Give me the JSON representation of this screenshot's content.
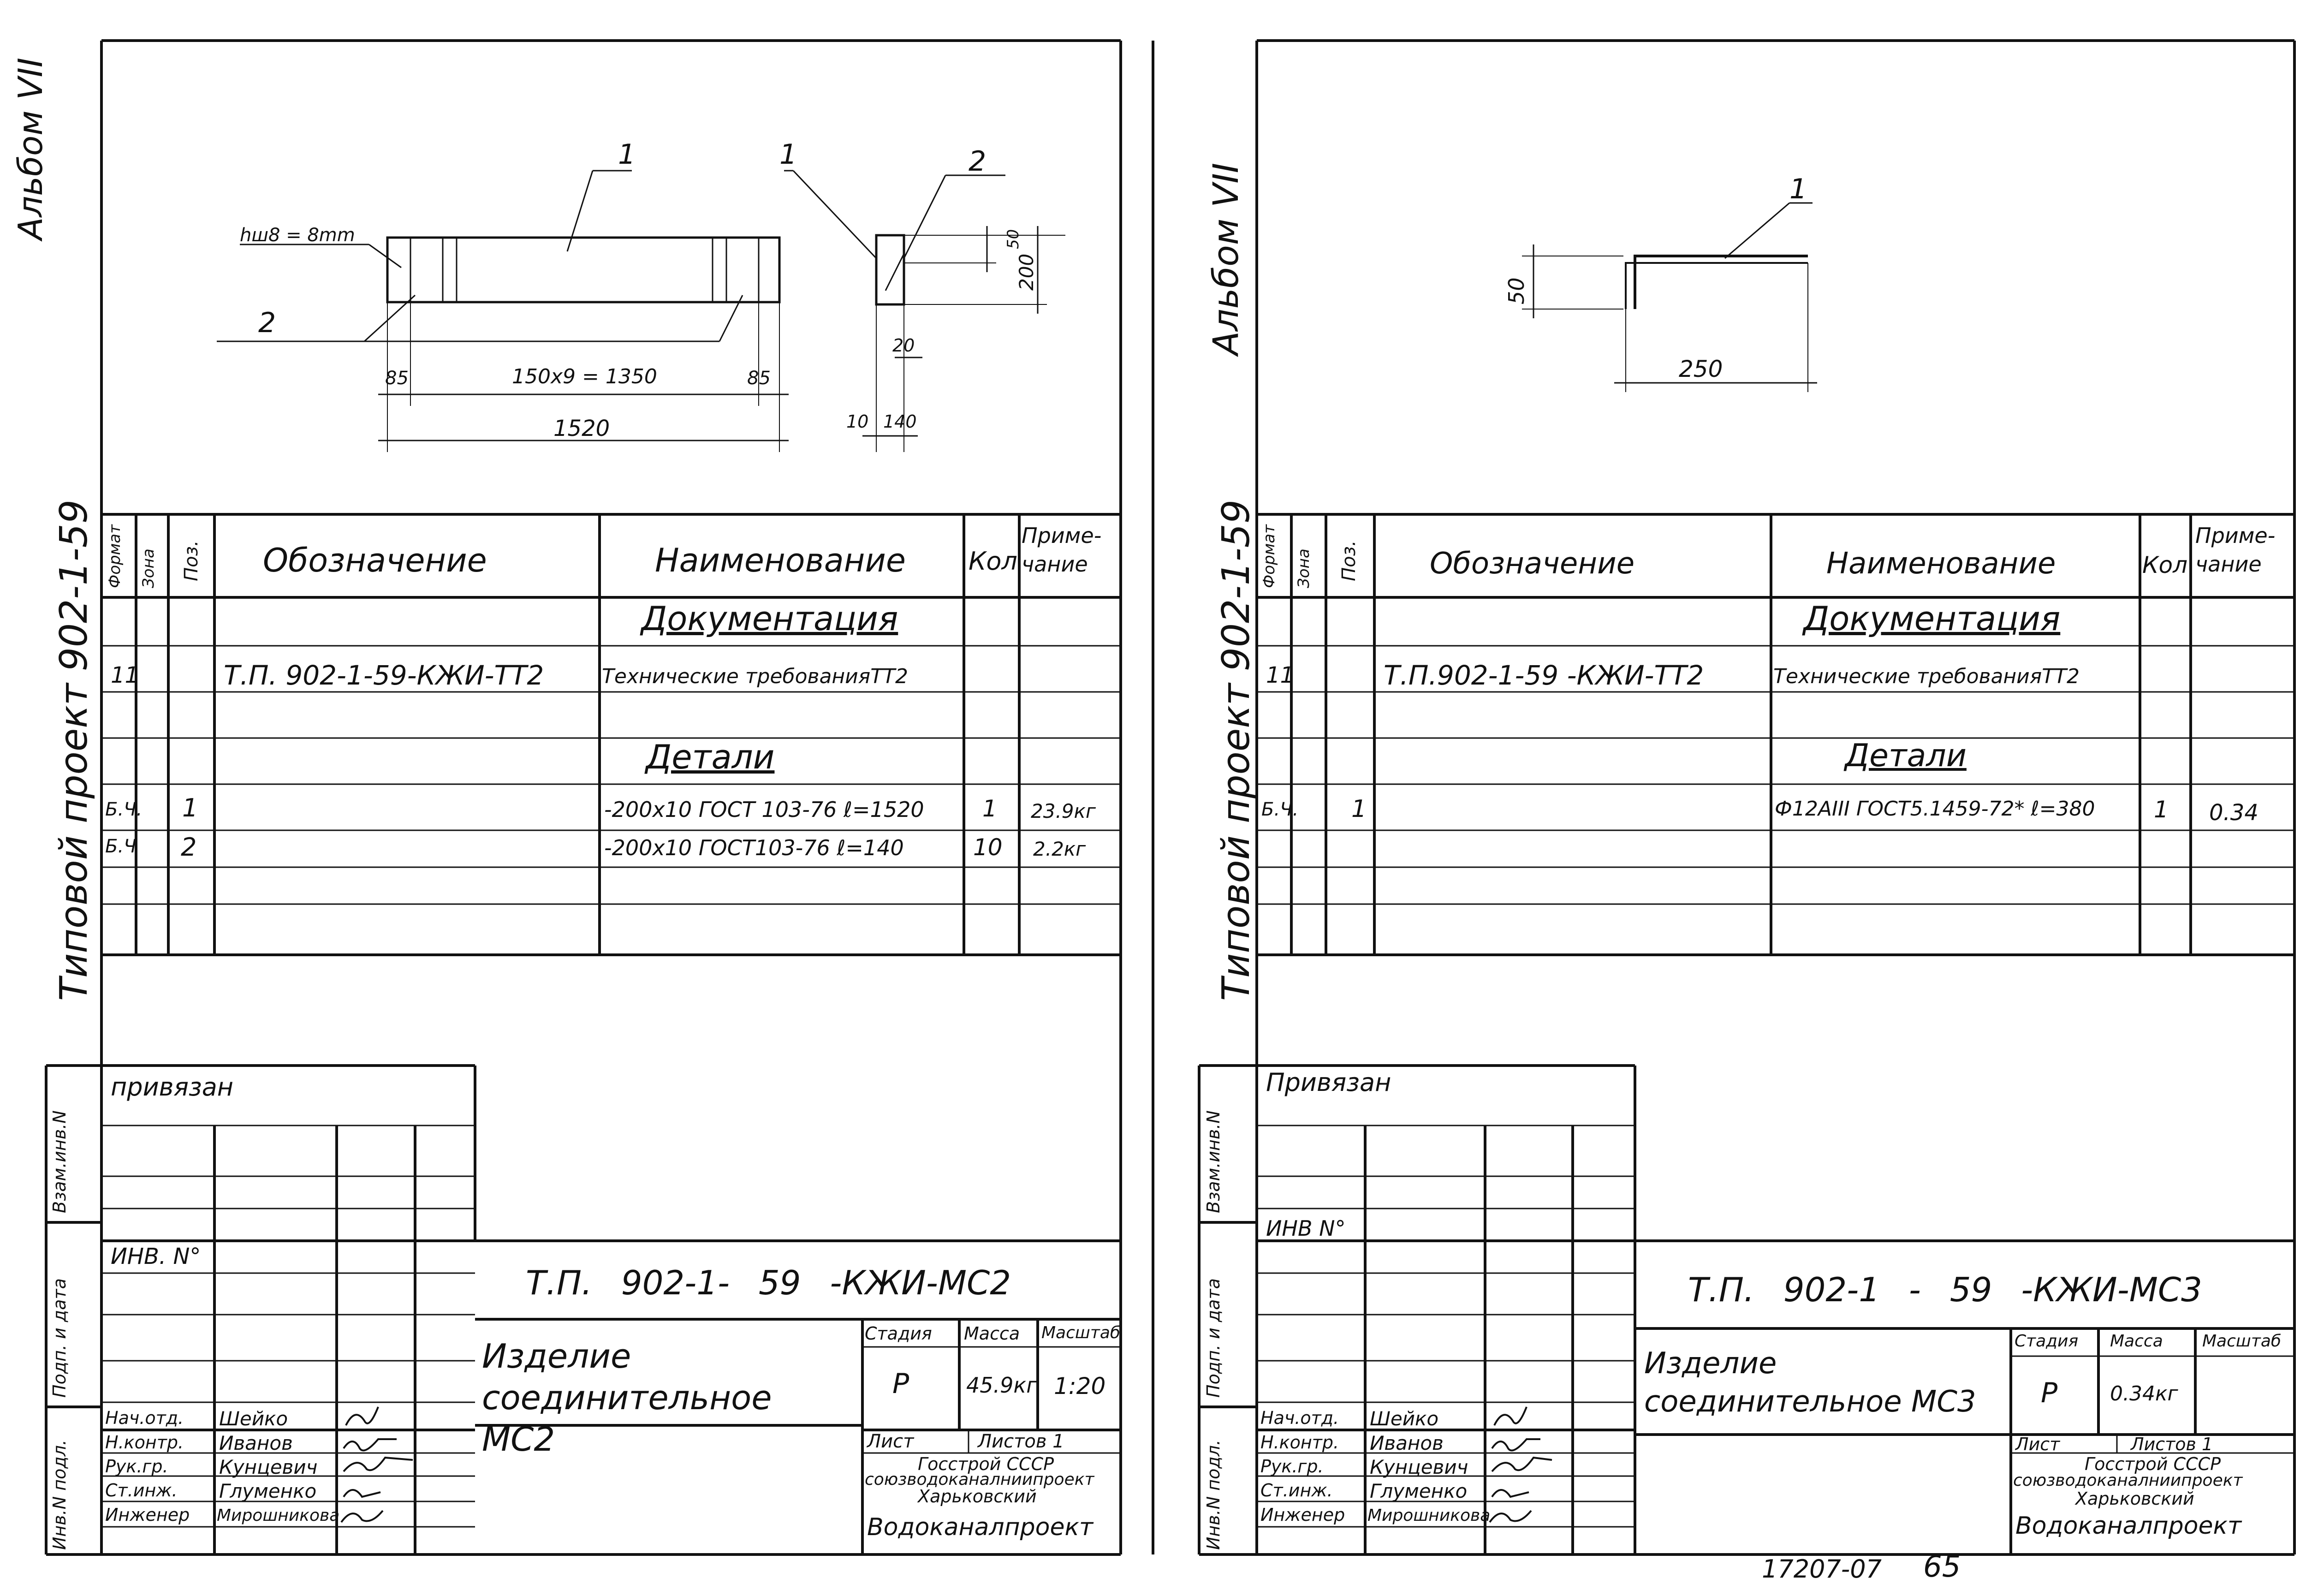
{
  "left_sheet": {
    "album_label": "Альбом VII",
    "project_label": "Типовой проект 902-1-59",
    "drawing": {
      "leader_1a": "1",
      "leader_1b": "1",
      "leader_2a": "2",
      "leader_2b": "2",
      "weld_note": "hш8 = 8mm",
      "dim_50": "50",
      "dim_200": "200",
      "dim_85_left": "85",
      "dim_150x9": "150x9 = 1350",
      "dim_85_right": "85",
      "dim_1520": "1520",
      "dim_20": "20",
      "dim_10": "10",
      "dim_140": "140"
    },
    "spec": {
      "headers": {
        "format": "Формат",
        "zone": "Зона",
        "pos": "Поз.",
        "designation": "Обозначение",
        "name": "Наименование",
        "qty": "Кол",
        "note": "Приме-чание"
      },
      "section_docs": "Документация",
      "doc_row": {
        "format": "11",
        "designation": "Т.П. 902-1-59-КЖИ-ТТ2",
        "name": "Технические требованияТТ2"
      },
      "section_parts": "Детали",
      "rows": [
        {
          "format": "Б.Ч.",
          "pos": "1",
          "name": "-200x10 ГОСТ 103-76 ℓ=1520",
          "qty": "1",
          "note": "23.9кг"
        },
        {
          "format": "Б.Ч",
          "pos": "2",
          "name": "-200x10 ГОСТ103-76 ℓ=140",
          "qty": "10",
          "note": "2.2кг"
        }
      ]
    },
    "stamp": {
      "side_labels": [
        "Взам.инв.N",
        "Подп. и дата",
        "Инв.N подл."
      ],
      "privyazan": "привязан",
      "inv_no": "ИНВ. N°",
      "code": "Т.П. 902-1- 59 -КЖИ-МС2",
      "title": "Изделие соединительное МС2",
      "stage_label": "Стадия",
      "mass_label": "Масса",
      "scale_label": "Масштаб",
      "stage": "Р",
      "mass": "45.9кг",
      "scale": "1:20",
      "sheet_label": "Лист",
      "sheets_label": "Листов 1",
      "org": [
        "Госстрой СССР",
        "союзводоканалниипроект",
        "Харьковский",
        "Водоканалпроект"
      ],
      "people": [
        {
          "role": "Нач.отд.",
          "name": "Шейко"
        },
        {
          "role": "Н.контр.",
          "name": "Иванов"
        },
        {
          "role": "Рук.гр.",
          "name": "Кунцевич"
        },
        {
          "role": "Ст.инж.",
          "name": "Глуменко"
        },
        {
          "role": "Инженер",
          "name": "Мирошникова"
        }
      ]
    }
  },
  "right_sheet": {
    "album_label": "Альбом VII",
    "project_label": "Типовой проект 902-1-59",
    "drawing": {
      "leader_1": "1",
      "dim_50": "50",
      "dim_250": "250"
    },
    "spec": {
      "headers": {
        "format": "Формат",
        "zone": "Зона",
        "pos": "Поз.",
        "designation": "Обозначение",
        "name": "Наименование",
        "qty": "Кол",
        "note": "Приме-чание"
      },
      "section_docs": "Документация",
      "doc_row": {
        "format": "11",
        "designation": "Т.П.902-1-59 -КЖИ-ТТ2",
        "name": "Технические требованияТТ2"
      },
      "section_parts": "Детали",
      "rows": [
        {
          "format": "Б.Ч.",
          "pos": "1",
          "name": "Ф12АIII ГОСТ5.1459-72* ℓ=380",
          "qty": "1",
          "note": "0.34"
        }
      ]
    },
    "stamp": {
      "side_labels": [
        "Взам.инв.N",
        "Подп. и дата",
        "Инв.N подл."
      ],
      "privyazan": "Привязан",
      "inv_no": "ИНВ N°",
      "code": "Т.П. 902-1 - 59 -КЖИ-МС3",
      "title": "Изделие соединительное МС3",
      "stage_label": "Стадия",
      "mass_label": "Масса",
      "scale_label": "Масштаб",
      "stage": "Р",
      "mass": "0.34кг",
      "scale": "",
      "sheet_label": "Лист",
      "sheets_label": "Листов 1",
      "org": [
        "Госстрой СССР",
        "союзводоканалниипроект",
        "Харьковский",
        "Водоканалпроект"
      ],
      "people": [
        {
          "role": "Нач.отд.",
          "name": "Шейко"
        },
        {
          "role": "Н.контр.",
          "name": "Иванов"
        },
        {
          "role": "Рук.гр.",
          "name": "Кунцевич"
        },
        {
          "role": "Ст.инж.",
          "name": "Глуменко"
        },
        {
          "role": "Инженер",
          "name": "Мирошникова"
        }
      ]
    }
  },
  "footer": {
    "doc_number": "17207-07",
    "page_number": "65"
  }
}
